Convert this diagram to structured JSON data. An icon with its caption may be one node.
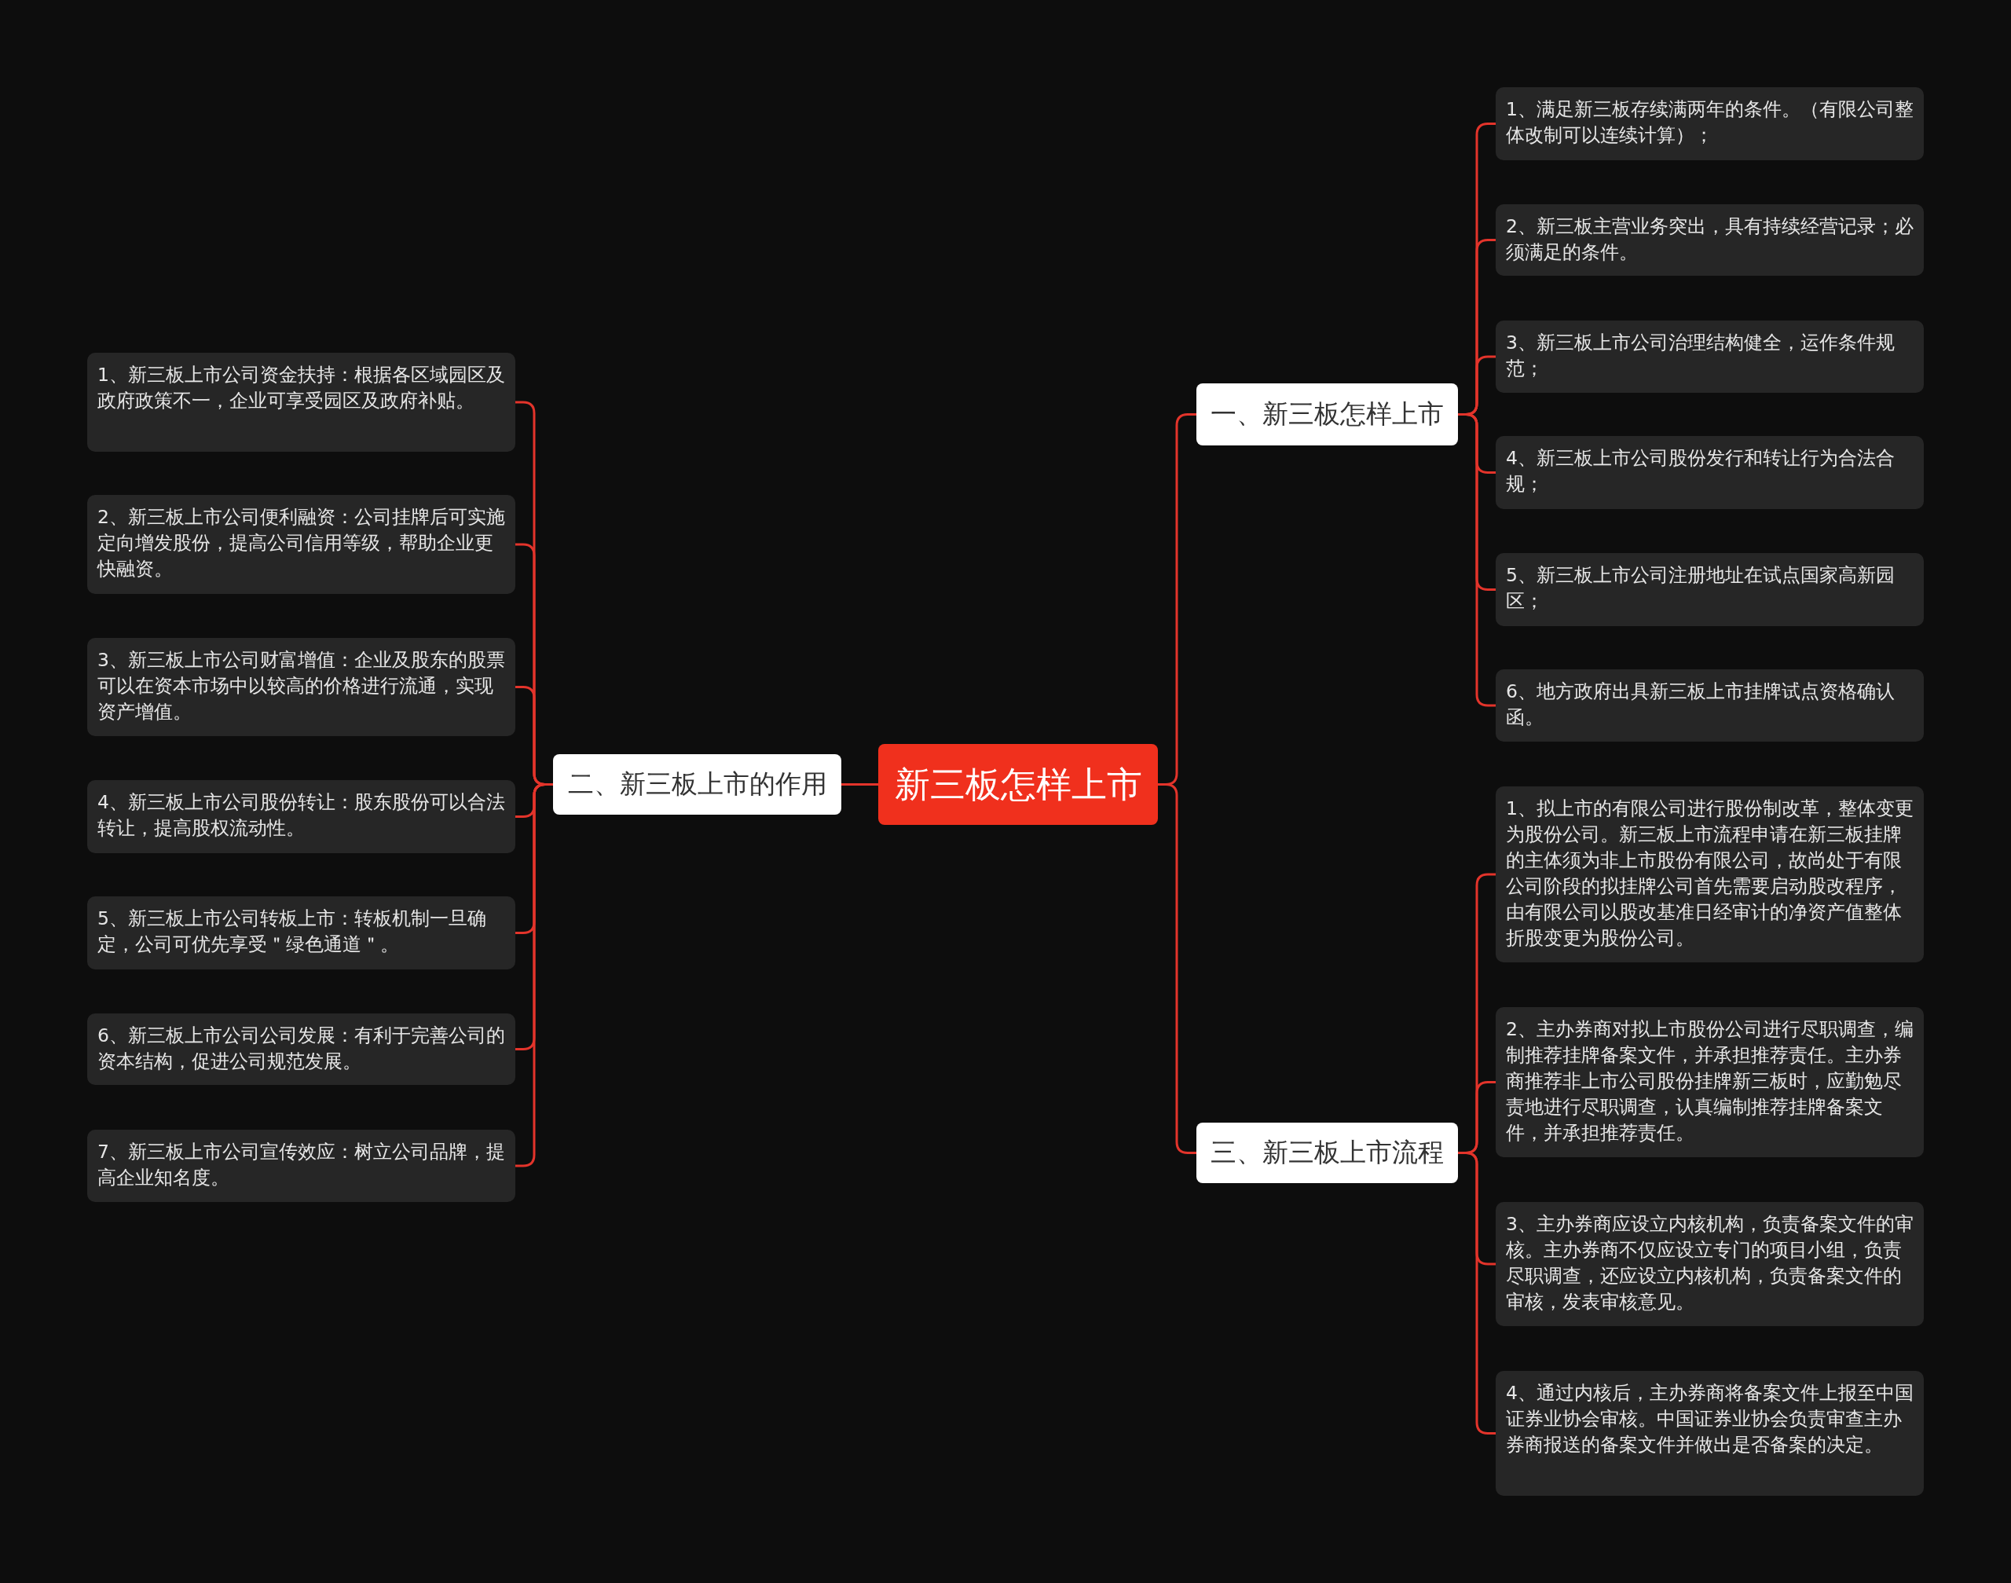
{
  "diagram": {
    "nodes": [
      {
        "text": [
          "新三板怎样上市"
        ]
      },
      {
        "text": [
          "一、新三板怎样上市"
        ]
      },
      {
        "text": [
          "1、满足新三板存续满两年的条件。（有限公司整体改制可以连续计算）；"
        ]
      },
      {
        "text": [
          "2、新三板主营业务突出，具有持续经营记录；必须满足的条件。"
        ]
      },
      {
        "text": [
          "3、新三板上市公司治理结构健全，运作条件规范；"
        ]
      },
      {
        "text": [
          "4、新三板上市公司股份发行和转让行为合法合规；"
        ]
      },
      {
        "text": [
          "5、新三板上市公司注册地址在试点国家高新园区；"
        ]
      },
      {
        "text": [
          "6、地方政府出具新三板上市挂牌试点资格确认函。"
        ]
      },
      {
        "text": [
          "二、新三板上市的作用"
        ]
      },
      {
        "text": [
          "1、新三板上市公司资金扶持：根据各区域园区及政府政策不一，企业可享受园区及政府补贴。"
        ]
      },
      {
        "text": [
          "2、新三板上市公司便利融资：公司挂牌后可实施定向增发股份，提高公司信用等级，帮助企业更快融资。"
        ]
      },
      {
        "text": [
          "3、新三板上市公司财富增值：企业及股东的股票可以在资本市场中以较高的价格进行流通，实现资产增值。"
        ]
      },
      {
        "text": [
          "4、新三板上市公司股份转让：股东股份可以合法转让，提高股权流动性。"
        ]
      },
      {
        "text": [
          "5、新三板上市公司转板上市：转板机制一旦确定，公司可优先享受＂绿色通道＂。"
        ]
      },
      {
        "text": [
          "6、新三板上市公司公司发展：有利于完善公司的资本结构，促进公司规范发展。"
        ]
      },
      {
        "text": [
          "7、新三板上市公司宣传效应：树立公司品牌，提高企业知名度。"
        ]
      },
      {
        "text": [
          "三、新三板上市流程"
        ]
      },
      {
        "text": [
          "1、拟上市的有限公司进行股份制改革，整体变更为股份公司。新三板上市流程申请在新三板挂牌的主体须为非上市股份有限公司，故尚处于有限公司阶段的拟挂牌公司首先需要启动股改程序，由有限公司以股改基准日经审计的净资产值整体折股变更为股份公司。"
        ]
      },
      {
        "text": [
          "2、主办券商对拟上市股份公司进行尽职调查，编制推荐挂牌备案文件，并承担推荐责任。主办券商推荐非上市公司股份挂牌新三板时，应勤勉尽责地进行尽职调查，认真编制推荐挂牌备案文件，并承担推荐责任。"
        ]
      },
      {
        "text": [
          "3、主办券商应设立内核机构，负责备案文件的审核。主办券商不仅应设立专门的项目小组，负责尽职调查，还应设立内核机构，负责备案文件的审核，发表审核意见。"
        ]
      },
      {
        "text": [
          "4、通过内核后，主办券商将备案文件上报至中国证券业协会审核。中国证券业协会负责审查主办券商报送的备案文件并做出是否备案的决定。"
        ]
      }
    ],
    "edges": [
      {
        "from": 0,
        "to": 1,
        "arrow": "none"
      },
      {
        "from": 1,
        "to": 2,
        "arrow": "none"
      },
      {
        "from": 1,
        "to": 3,
        "arrow": "none"
      },
      {
        "from": 1,
        "to": 4,
        "arrow": "none"
      },
      {
        "from": 1,
        "to": 5,
        "arrow": "none"
      },
      {
        "from": 1,
        "to": 6,
        "arrow": "none"
      },
      {
        "from": 1,
        "to": 7,
        "arrow": "none"
      },
      {
        "from": 0,
        "to": 8,
        "arrow": "none"
      },
      {
        "from": 8,
        "to": 9,
        "arrow": "none"
      },
      {
        "from": 8,
        "to": 10,
        "arrow": "none"
      },
      {
        "from": 8,
        "to": 11,
        "arrow": "none"
      },
      {
        "from": 8,
        "to": 12,
        "arrow": "none"
      },
      {
        "from": 8,
        "to": 13,
        "arrow": "none"
      },
      {
        "from": 8,
        "to": 14,
        "arrow": "none"
      },
      {
        "from": 8,
        "to": 15,
        "arrow": "none"
      },
      {
        "from": 0,
        "to": 16,
        "arrow": "none"
      },
      {
        "from": 16,
        "to": 17,
        "arrow": "none"
      },
      {
        "from": 16,
        "to": 18,
        "arrow": "none"
      },
      {
        "from": 16,
        "to": 19,
        "arrow": "none"
      },
      {
        "from": 16,
        "to": 20,
        "arrow": "none"
      }
    ]
  }
}
